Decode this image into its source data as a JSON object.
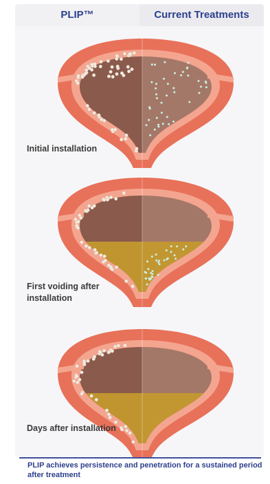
{
  "header": {
    "left_label": "PLIP™",
    "right_label": "Current Treatments"
  },
  "stages": [
    {
      "label": "Initial installation",
      "liquid_level": 0.0
    },
    {
      "label": "First voiding after installation",
      "liquid_level": 0.45
    },
    {
      "label": "Days after installation",
      "liquid_level": 0.45
    }
  ],
  "footer": {
    "text": "PLIP achieves persistence and penetration for a sustained period after treatment"
  },
  "colors": {
    "header_text": "#2c3f8c",
    "wall_outer": "#e8715a",
    "wall_inner": "#f4a58f",
    "interior_left": "#8a5a4c",
    "interior_right": "#a47868",
    "liquid": "#c49a2e",
    "particle_plip": "#f5ece2",
    "particle_current": "#c9f0e4"
  }
}
